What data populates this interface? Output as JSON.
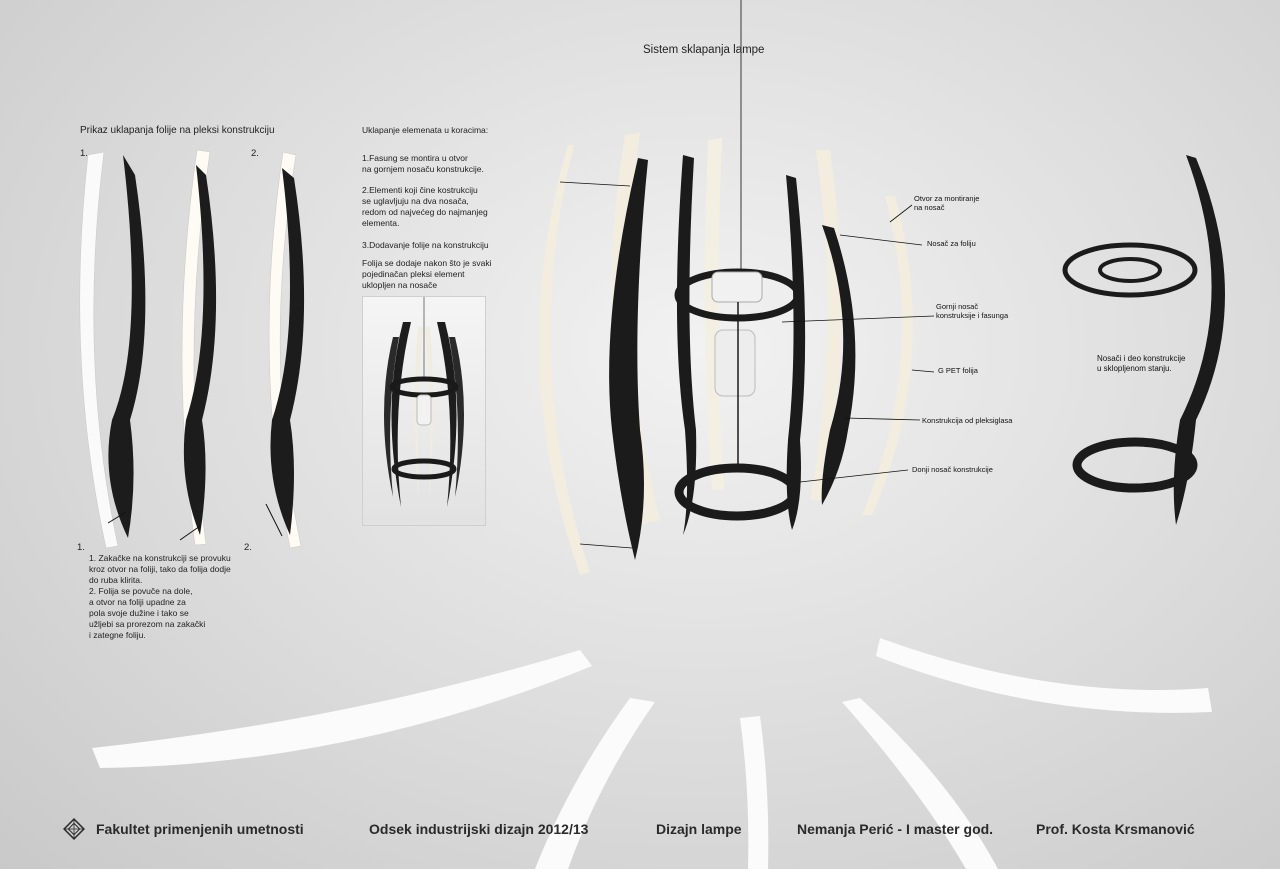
{
  "title": "Sistem sklapanja lampe",
  "left_panel": {
    "heading": "Prikaz uklapanja folije na pleksi konstrukciju",
    "label_1_top": "1.",
    "label_2_top": "2.",
    "label_1_bottom": "1.",
    "label_2_bottom": "2.",
    "step_1": "1. Zakačke na konstrukciji se provuku\nkroz otvor na foliji, tako da folija dodje\ndo ruba klirita.",
    "step_2": "2. Folija se povuče na dole,\na otvor na foliji upadne za\npola svoje dužine i tako se\nužljebi sa prorezom na zakački\ni zategne foliju."
  },
  "assembly_text": {
    "heading": "Uklapanje elemenata u koracima:",
    "step_1": "1.Fasung se montira u otvor\nna gornjem nosaču konstrukcije.",
    "step_2": "2.Elementi koji čine kostrukciju\nse uglavljuju na dva nosača,\nredom od najvećeg do najmanjeg\nelementa.",
    "step_3": "3.Dodavanje  folije na konstrukciju",
    "note": "Folija se dodaje nakon što je svaki\npojedinačan pleksi element\nuklopljen na nosače"
  },
  "callouts": {
    "otvor": "Otvor za montiranje\nna nosač",
    "nosac_folija": "Nosač za foliju",
    "gornji": "Gornji nosač\nkonstruksije i fasunga",
    "pet": "G PET folija",
    "pleksi": "Konstrukcija od pleksiglasa",
    "donji": "Donji nosač konstrukcije",
    "right_note": "Nosači i deo konstrukcije\nu sklopljenom stanju."
  },
  "footer": {
    "faculty": "Fakultet primenjenih umetnosti",
    "department": "Odsek industrijski dizajn 2012/13",
    "subject": "Dizajn lampe",
    "student": "Nemanja Perić  - I master god.",
    "professor": "Prof. Kosta Krsmanović"
  },
  "colors": {
    "plexi": "#1b1b1b",
    "foil": "#f4f0e4",
    "background": "#dedede"
  }
}
